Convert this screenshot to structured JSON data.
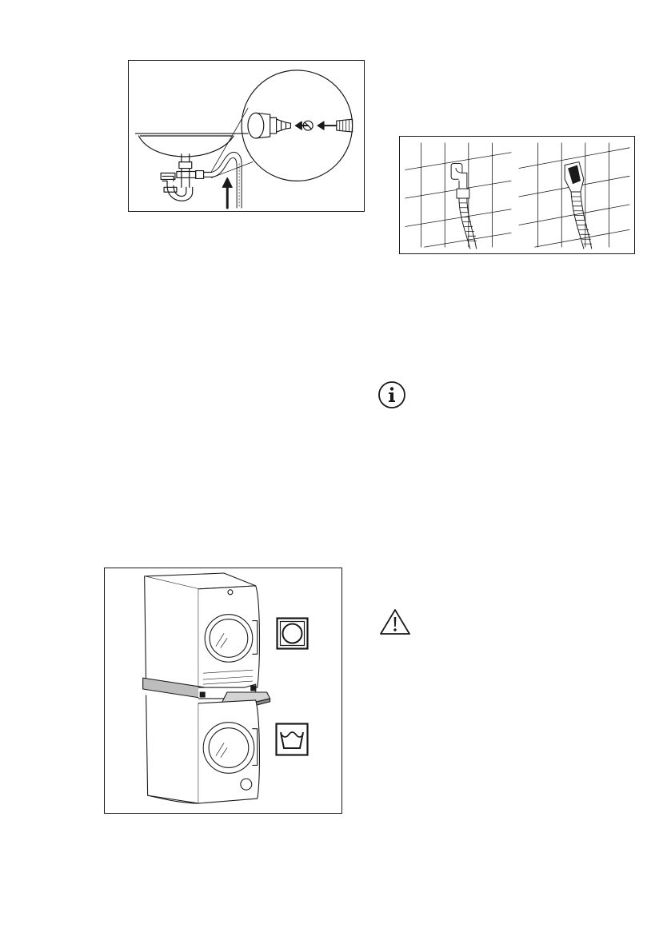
{
  "page": {
    "background": "#ffffff",
    "ink": "#1a1a1a"
  },
  "figures": [
    {
      "id": "sink-drain-connection",
      "icon": "sink-siphon-hose-illustration"
    },
    {
      "id": "wall-drain-hose",
      "icon": "wall-drain-hose-illustration"
    },
    {
      "id": "stacking-kit",
      "icon": "dryer-on-washer-stacking-illustration"
    }
  ],
  "notes": [
    {
      "type": "information",
      "icon": "info-icon"
    },
    {
      "type": "warning",
      "icon": "warning-icon"
    }
  ],
  "symbols": [
    {
      "meaning": "tumble-dryer",
      "icon": "tumble-dry-symbol-icon"
    },
    {
      "meaning": "washing-machine",
      "icon": "wash-symbol-icon"
    }
  ]
}
